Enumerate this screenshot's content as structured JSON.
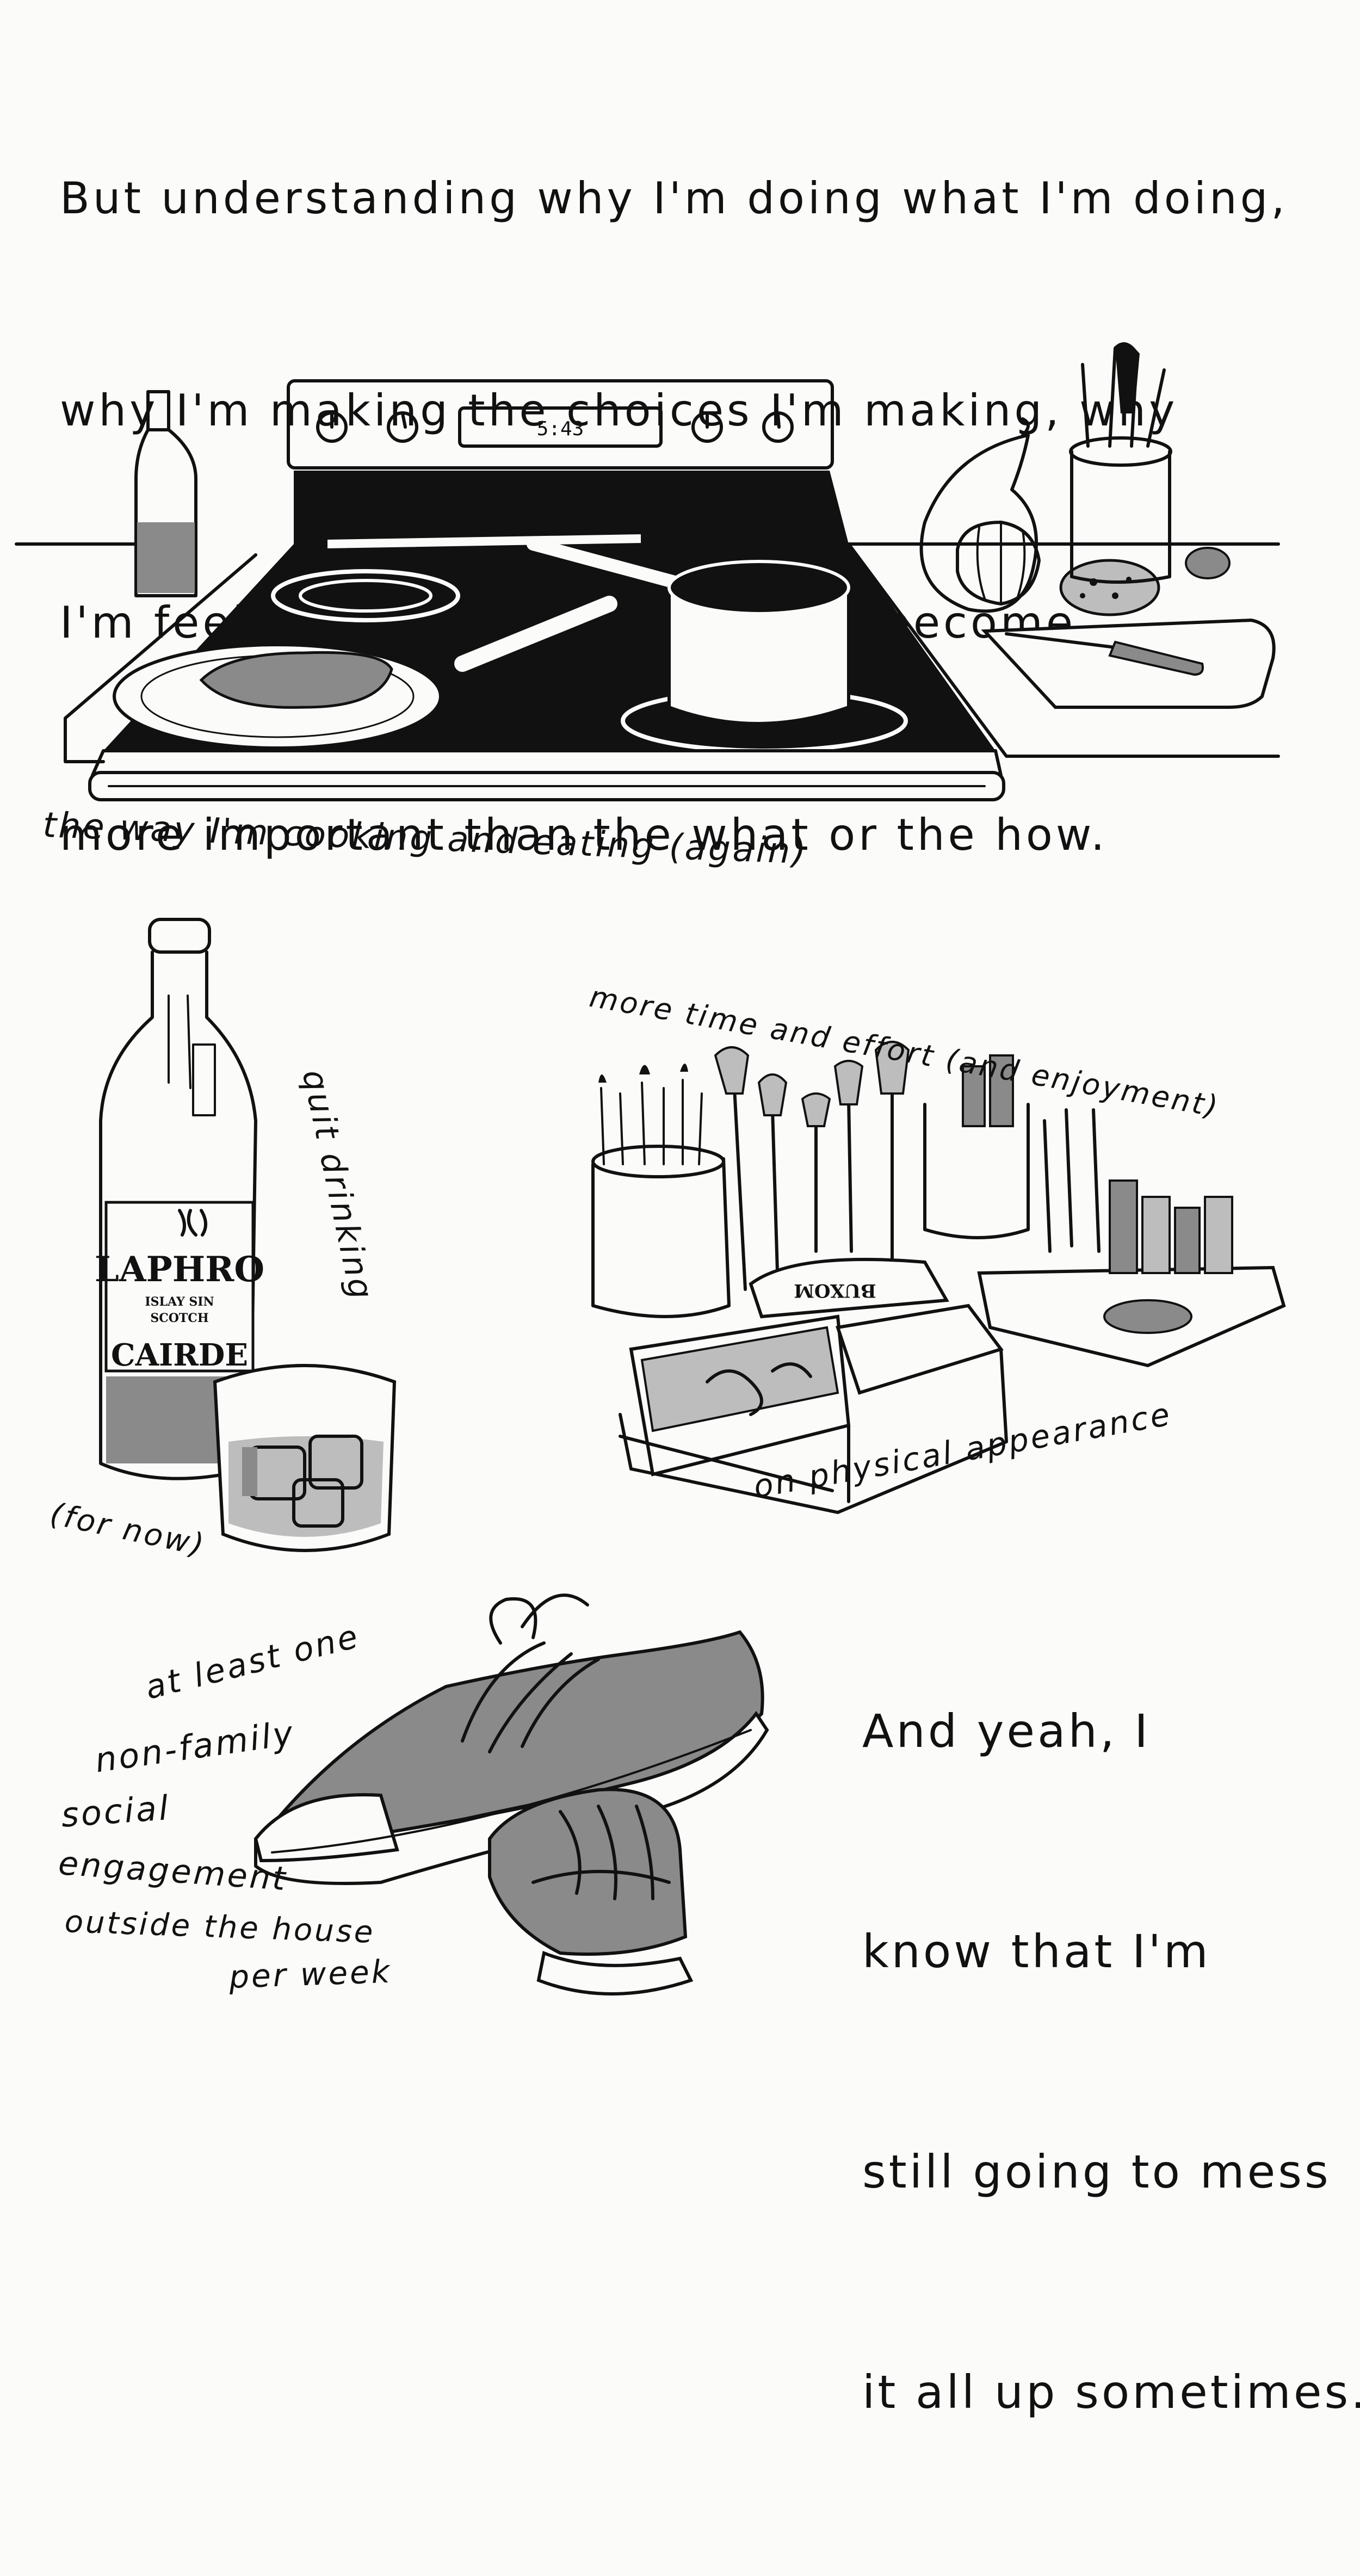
{
  "intro": {
    "lines": [
      "But understanding why I'm doing what I'm doing,",
      "why I'm making the choices I'm making, why",
      "I'm feeling what I'm feeling, has become",
      "more important than the what or the how."
    ]
  },
  "panels": {
    "cooking": {
      "clock": "5:43",
      "caption": "the way I'm cooking and eating (again)"
    },
    "drinking": {
      "label_brand": "LAPHRO",
      "label_line1": "ISLAY SIN",
      "label_line2": "SCOTCH",
      "label_line3": "CAIRDE",
      "caption_main": "quit drinking",
      "caption_sub": "(for now)"
    },
    "appearance": {
      "tin_label": "BUXOM",
      "caption_top": "more time and effort (and enjoyment)",
      "caption_bottom": "on physical appearance"
    },
    "social": {
      "caption_lines": [
        "at least one",
        "non-family",
        "social",
        "engagement",
        "outside the house",
        "per week"
      ]
    }
  },
  "outro": {
    "lines": [
      "And yeah, I",
      "know that I'm",
      "still going to mess",
      "it all up sometimes."
    ]
  }
}
